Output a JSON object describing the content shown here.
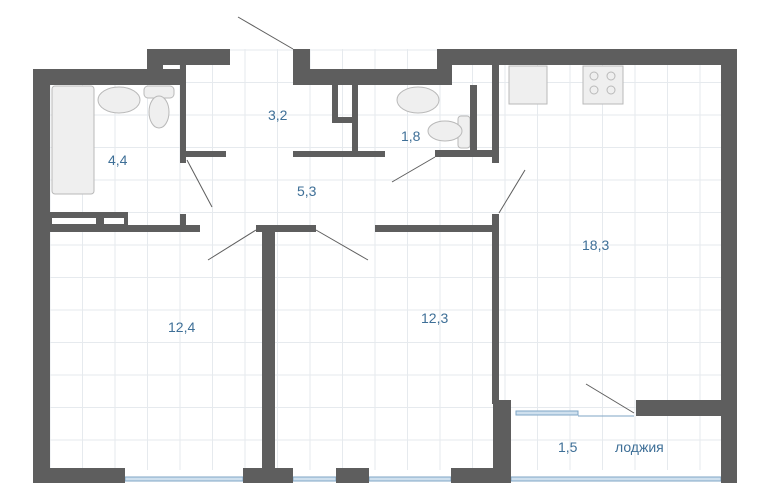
{
  "plan": {
    "rooms": [
      {
        "id": "bathroom",
        "area": "4,4"
      },
      {
        "id": "vestibule",
        "area": "3,2"
      },
      {
        "id": "hallway",
        "area": "5,3"
      },
      {
        "id": "toilet",
        "area": "1,8"
      },
      {
        "id": "kitchen-living",
        "area": "18,3"
      },
      {
        "id": "bedroom-left",
        "area": "12,4"
      },
      {
        "id": "bedroom-middle",
        "area": "12,3"
      },
      {
        "id": "loggia",
        "area": "1,5"
      }
    ],
    "loggia_label": "лоджия"
  },
  "colors": {
    "wall": "#5e5e5e",
    "label": "#3e6f97",
    "grid": "#e6eaee",
    "window": "#cfe0ee"
  }
}
